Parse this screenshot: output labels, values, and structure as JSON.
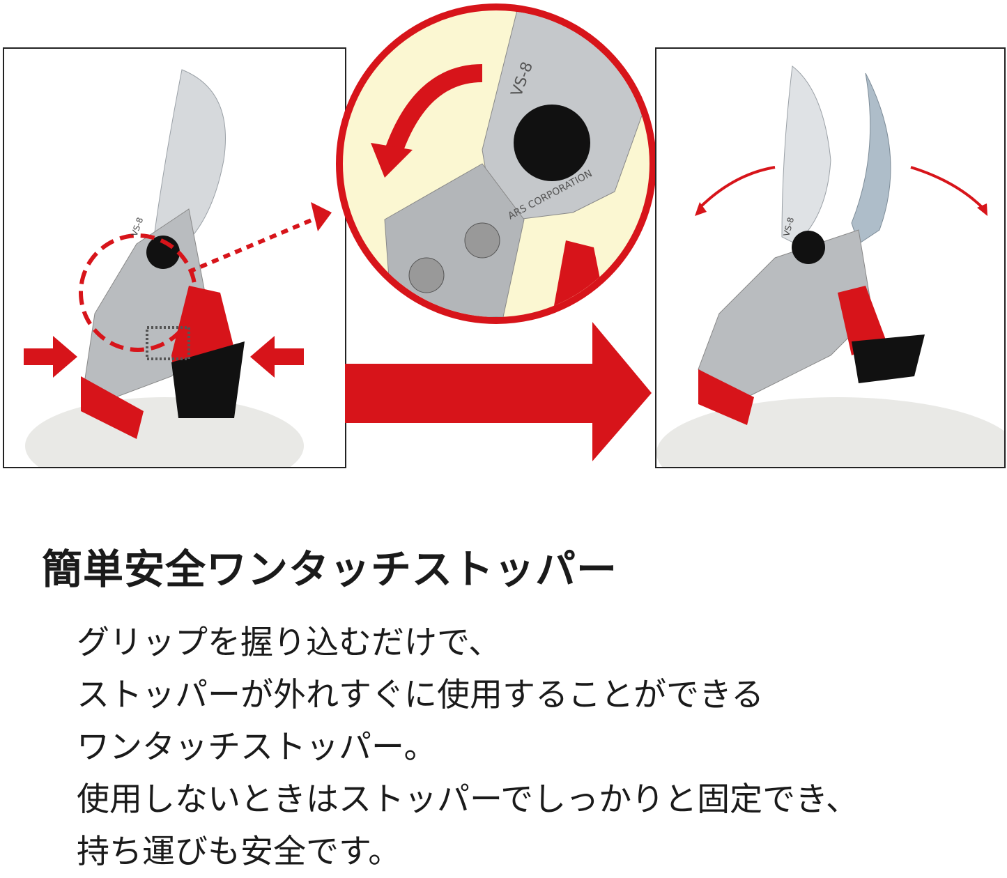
{
  "product": {
    "model_engraving": "VS-8",
    "maker_engraving": "ARS CORPORATION"
  },
  "colors": {
    "accent_red": "#d7141a",
    "circle_fill": "#fbf7d2"
  },
  "heading": "簡単安全ワンタッチストッパー",
  "description_lines": [
    "グリップを握り込むだけで、",
    "ストッパーが外れすぐに使用することができる",
    "ワンタッチストッパー。",
    "使用しないときはストッパーでしっかりと固定でき、",
    "持ち運びも安全です。"
  ]
}
